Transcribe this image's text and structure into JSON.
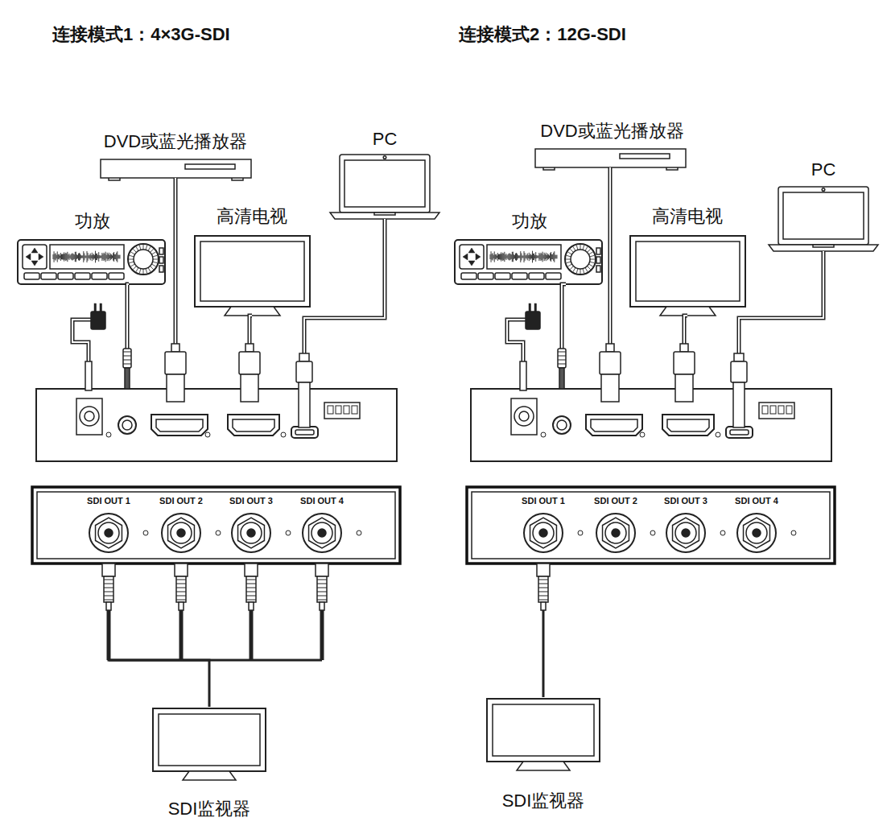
{
  "diagram": {
    "nodes": [
      {
        "text": [
          "DVD或蓝光播放器"
        ]
      },
      {
        "text": [
          "PC"
        ]
      },
      {
        "text": [
          "功放"
        ]
      },
      {
        "text": [
          "高清电视"
        ]
      },
      {
        "text": [
          "SDI OUT 1",
          "SDI OUT 2",
          "SDI OUT 3",
          "SDI OUT 4"
        ]
      },
      {
        "text": [
          "SDI监视器"
        ]
      },
      {
        "text": [
          "DVD或蓝光播放器"
        ]
      },
      {
        "text": [
          "PC"
        ]
      },
      {
        "text": [
          "功放"
        ]
      },
      {
        "text": [
          "高清电视"
        ]
      },
      {
        "text": [
          "SDI OUT 1",
          "SDI OUT 2",
          "SDI OUT 3",
          "SDI OUT 4"
        ]
      },
      {
        "text": [
          "SDI监视器"
        ]
      }
    ],
    "edges": [
      {
        "from": 4,
        "to": 5,
        "arrow": "none"
      },
      {
        "from": 10,
        "to": 11,
        "arrow": "none"
      }
    ],
    "labels": [
      "连接模式1：4×3G-SDI",
      "连接模式2：12G-SDI"
    ]
  }
}
